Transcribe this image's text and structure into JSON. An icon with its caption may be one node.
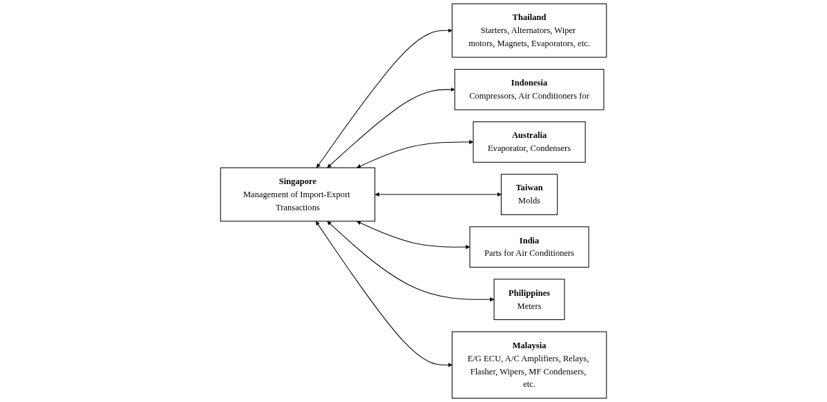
{
  "diagram": {
    "nodes": [
      {
        "text": [
          "Thailand",
          "Starters, Alternators, Wiper motors, Magnets, Evaporators, etc."
        ]
      },
      {
        "text": [
          "Indonesia",
          "Compressors, Air Conditioners for"
        ]
      },
      {
        "text": [
          "Australia",
          "Evaporator, Condensers"
        ]
      },
      {
        "text": [
          "Singapore",
          "Management of Import-Export Transactions"
        ]
      },
      {
        "text": [
          "Taiwan",
          "Molds"
        ]
      },
      {
        "text": [
          "Malaysia",
          "E/G ECU, A/C Amplifiers, Relays, Flasher, Wipers, MF Condensers, etc."
        ]
      },
      {
        "text": [
          "Philippines",
          "Meters"
        ]
      },
      {
        "text": [
          "India",
          "Parts for Air Conditioners"
        ]
      }
    ],
    "edges": [
      {
        "from": 3,
        "to": 0,
        "arrow": "both"
      },
      {
        "from": 3,
        "to": 1,
        "arrow": "both"
      },
      {
        "from": 3,
        "to": 2,
        "arrow": "both"
      },
      {
        "from": 3,
        "to": 4,
        "arrow": "both"
      },
      {
        "from": 3,
        "to": 7,
        "arrow": "both"
      },
      {
        "from": 3,
        "to": 6,
        "arrow": "both"
      },
      {
        "from": 3,
        "to": 5,
        "arrow": "both"
      }
    ]
  }
}
